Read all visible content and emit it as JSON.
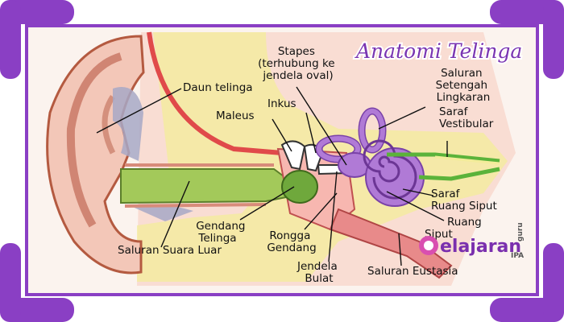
{
  "title": "Anatomi Telinga",
  "colors": {
    "frame": "#8a3fc4",
    "panel": "#fbf3ee",
    "skin": "#f3c7b8",
    "skin_dark": "#e09c8a",
    "canal": "#a3c95a",
    "bone": "#f3ec9a",
    "inner_ear": "#b07ad6",
    "title": "#7a35b2"
  },
  "labels": {
    "stapes": [
      "Stapes",
      "(terhubung ke",
      "jendela oval)"
    ],
    "daun_telinga": "Daun telinga",
    "inkus": "Inkus",
    "maleus": "Maleus",
    "saluran_setengah_lingkaran": [
      "Saluran",
      "Setengah",
      "Lingkaran"
    ],
    "saraf_vestibular": [
      "Saraf",
      "Vestibular"
    ],
    "saraf_ruang_siput": [
      "Saraf",
      "Ruang Siput"
    ],
    "ruang_siput": [
      "Ruang",
      "Siput"
    ],
    "gendang_telinga": [
      "Gendang",
      "Telinga"
    ],
    "rongga_gendang": [
      "Rongga",
      "Gendang"
    ],
    "saluran_suara_luar": "Saluran Suara Luar",
    "jendela_bulat": [
      "Jendela",
      "Bulat"
    ],
    "saluran_eustasia": "Saluran Eustasia"
  },
  "logo": {
    "text": "elajaran",
    "sub": "IPA",
    "tag": "guru"
  }
}
